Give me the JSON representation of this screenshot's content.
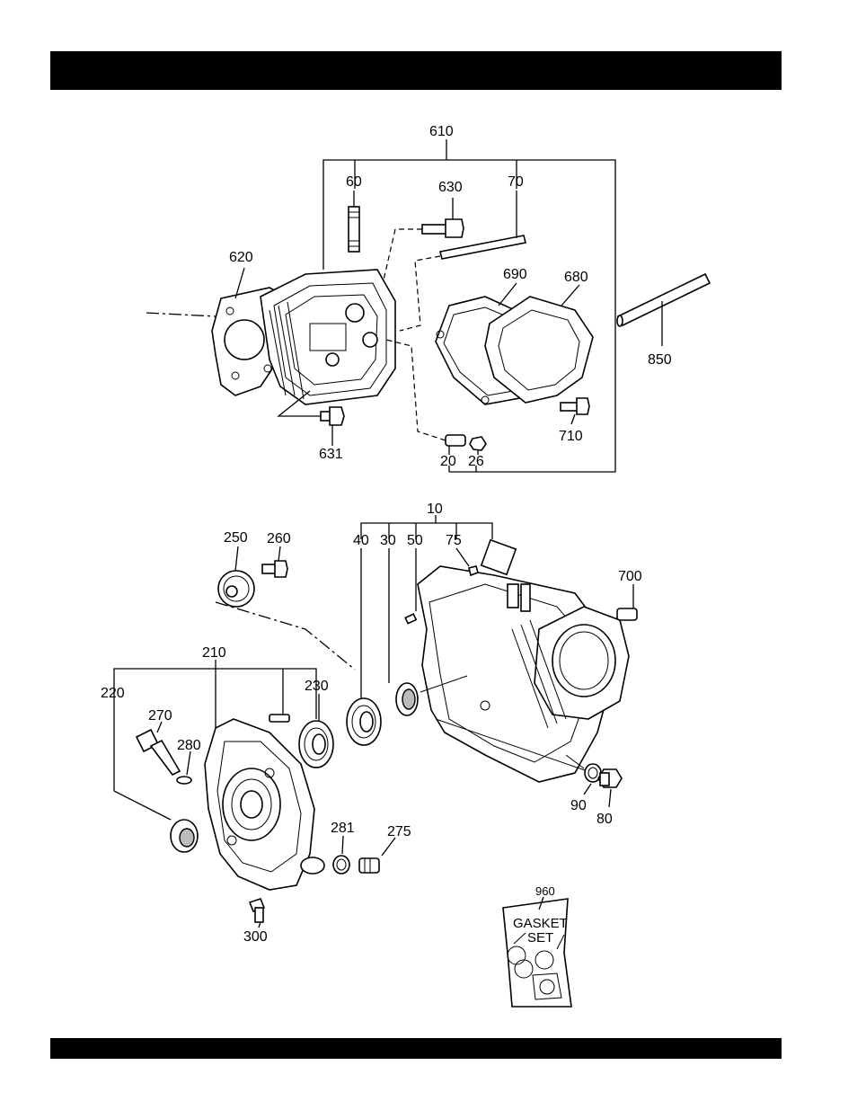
{
  "labels": {
    "l610": "610",
    "l60": "60",
    "l630": "630",
    "l70": "70",
    "l620": "620",
    "l690": "690",
    "l680": "680",
    "l850": "850",
    "l631": "631",
    "l710": "710",
    "l20": "20",
    "l26": "26",
    "l10": "10",
    "l250": "250",
    "l260": "260",
    "l40": "40",
    "l30": "30",
    "l50": "50",
    "l75": "75",
    "l700": "700",
    "l210": "210",
    "l220": "220",
    "l230": "230",
    "l270": "270",
    "l280": "280",
    "l90": "90",
    "l80": "80",
    "l281": "281",
    "l275": "275",
    "l300": "300",
    "l960": "960"
  },
  "gasket_set": {
    "line1": "GASKET",
    "line2": "SET"
  }
}
